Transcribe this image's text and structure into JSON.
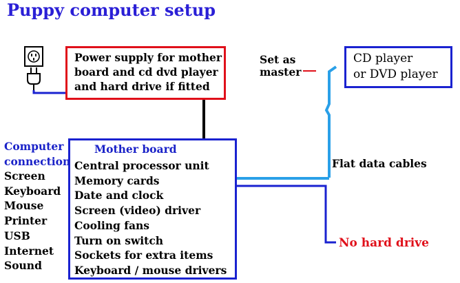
{
  "title": "Puppy computer setup",
  "power_supply": {
    "lines": [
      "Power supply for mother",
      "board  and cd dvd player",
      "and hard drive if fitted"
    ]
  },
  "motherboard": {
    "title": "Mother board",
    "items": [
      "Central processor unit",
      "Memory cards",
      "Date and clock",
      "Screen (video) driver",
      "Cooling fans",
      "Turn on switch",
      "Sockets for extra items",
      "Keyboard / mouse drivers"
    ]
  },
  "cd_player": {
    "lines": [
      "CD player",
      "or DVD player"
    ]
  },
  "connections": {
    "title_lines": [
      "Computer",
      "connection"
    ],
    "items": [
      "Screen",
      "Keyboard",
      "Mouse",
      "Printer",
      "USB",
      "Internet",
      "Sound"
    ]
  },
  "labels": {
    "set_as_master_lines": [
      "Set as",
      "master"
    ],
    "flat_data_cables": "Flat data cables",
    "no_hard_drive": "No hard drive"
  },
  "colors": {
    "title": "#2a1fd6",
    "power_box_border": "#e0101a",
    "board_box_border": "#1a22d0",
    "data_cable": "#2aa0e8",
    "power_cable": "#1a22d0",
    "no_hard_drive": "#e0101a"
  },
  "icons": [
    "wall-socket-icon",
    "power-plug-icon"
  ]
}
